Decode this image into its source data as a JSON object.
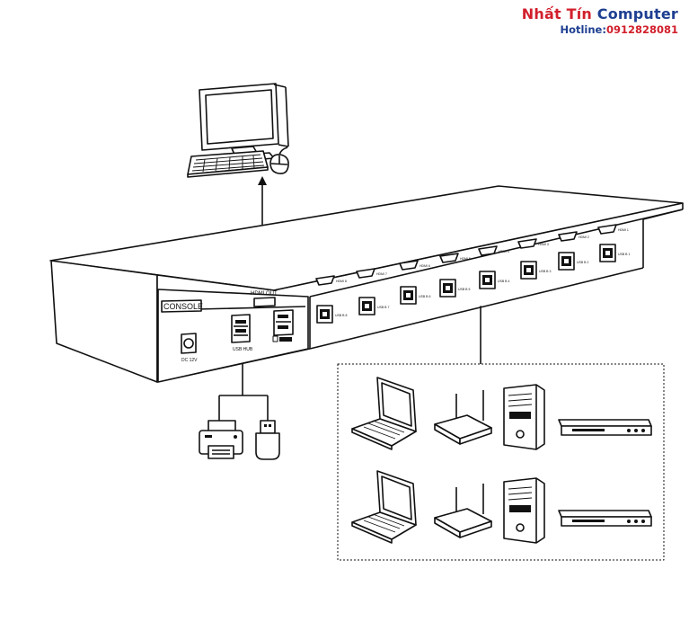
{
  "watermark": {
    "brand_part1": "Nhất Tín",
    "brand_part2": "Computer",
    "hotline_label": "Hotline:",
    "hotline_number": "0912828081"
  },
  "kvm": {
    "console_label": "CONSOLE",
    "hdmi_out_label": "HDMI OUT",
    "usb_hub_label": "USB HUB",
    "power_label": "DC 12V",
    "hdmi_ports": [
      "HDMI 8",
      "HDMI 7",
      "HDMI 6",
      "HDMI 5",
      "HDMI 4",
      "HDMI 3",
      "HDMI 2",
      "HDMI 1"
    ],
    "usb_ports": [
      "USB B 8",
      "USB B 7",
      "USB B 6",
      "USB B 5",
      "USB B 4",
      "USB B 3",
      "USB B 2",
      "USB B 1"
    ]
  },
  "icons": {
    "monitor": "monitor-icon",
    "keyboard": "keyboard-icon",
    "mouse": "mouse-icon",
    "printer": "printer-icon",
    "usb_drive": "usb-drive-icon",
    "laptop": "laptop-icon",
    "router": "router-icon",
    "pc_tower": "pc-tower-icon",
    "dvd_player": "dvd-player-icon"
  }
}
